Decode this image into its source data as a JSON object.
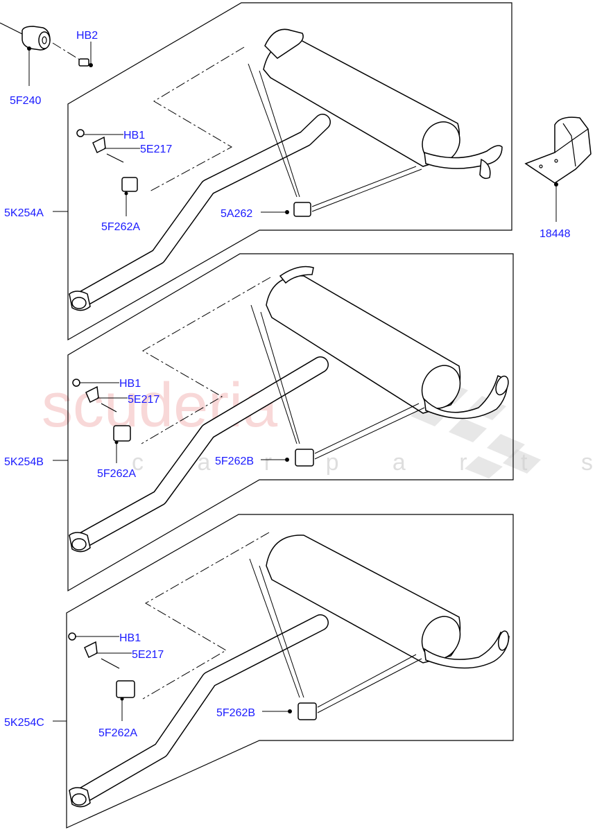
{
  "watermark": {
    "main": "scuderia",
    "sub": "c a r p a r t s"
  },
  "labels": {
    "mount_top": "5F240",
    "bolt_top": "HB2",
    "heat_shield": "18448",
    "assembly_a": "5K254A",
    "assembly_b": "5K254B",
    "assembly_c": "5K254C",
    "bracket_nut_a": "HB1",
    "bracket_nut_b": "HB1",
    "bracket_nut_c": "HB1",
    "bracket_a": "5E217",
    "bracket_b": "5E217",
    "bracket_c": "5E217",
    "insulator_front_a": "5F262A",
    "insulator_front_b": "5F262A",
    "insulator_front_c": "5F262A",
    "insulator_rear_a": "5A262",
    "insulator_rear_b": "5F262B",
    "insulator_rear_c": "5F262B"
  }
}
